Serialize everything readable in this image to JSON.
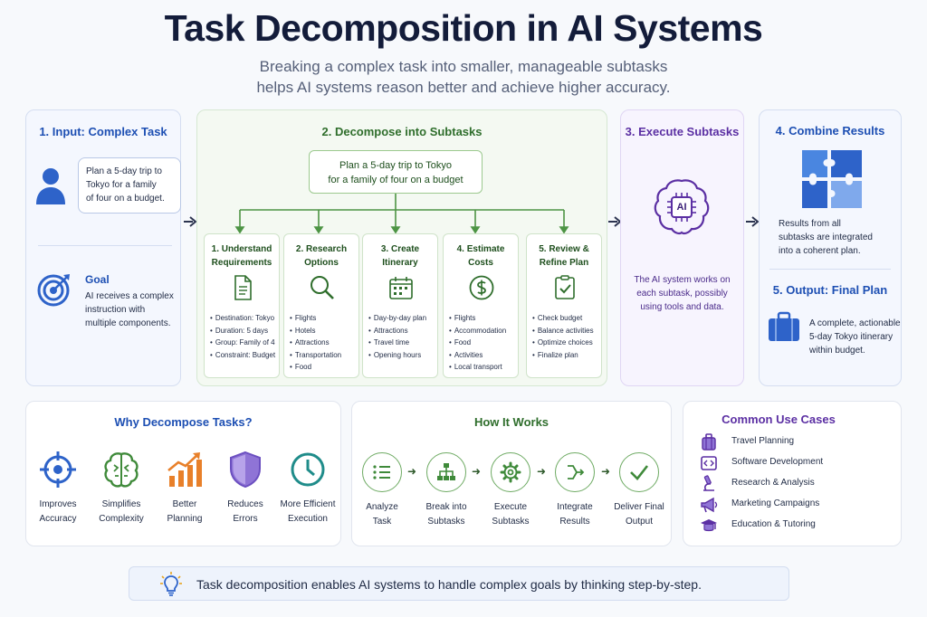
{
  "header": {
    "title": "Task Decomposition in AI Systems",
    "subtitle_lines": [
      "Breaking a complex task into smaller, manageable subtasks",
      "helps AI systems reason better and achieve higher accuracy."
    ]
  },
  "input_panel": {
    "title": "1. Input: Complex Task",
    "bubble_lines": [
      "Plan a 5-day trip to",
      "Tokyo for a family",
      "of four on a budget."
    ],
    "goal_title": "Goal",
    "goal_lines": [
      "AI receives a complex",
      "instruction with",
      "multiple components."
    ]
  },
  "decompose_panel": {
    "title": "2. Decompose into Subtasks",
    "task_lines": [
      "Plan a 5-day trip to Tokyo",
      "for a family of four on a budget"
    ],
    "subtasks": [
      {
        "title_lines": [
          "1. Understand",
          "Requirements"
        ],
        "icon": "document-icon",
        "items": [
          "Destination: Tokyo",
          "Duration: 5 days",
          "Group: Family of 4",
          "Constraint: Budget"
        ]
      },
      {
        "title_lines": [
          "2. Research",
          "Options"
        ],
        "icon": "search-icon",
        "items": [
          "Flights",
          "Hotels",
          "Attractions",
          "Transportation",
          "Food"
        ]
      },
      {
        "title_lines": [
          "3. Create",
          "Itinerary"
        ],
        "icon": "calendar-icon",
        "items": [
          "Day-by-day plan",
          "Attractions",
          "Travel time",
          "Opening hours"
        ]
      },
      {
        "title_lines": [
          "4. Estimate",
          "Costs"
        ],
        "icon": "dollar-icon",
        "items": [
          "Flights",
          "Accommodation",
          "Food",
          "Activities",
          "Local transport"
        ]
      },
      {
        "title_lines": [
          "5. Review &",
          "Refine Plan"
        ],
        "icon": "checklist-icon",
        "items": [
          "Check budget",
          "Balance activities",
          "Optimize choices",
          "Finalize plan"
        ]
      }
    ]
  },
  "execute_panel": {
    "title": "3. Execute Subtasks",
    "chip_label": "AI",
    "desc_lines": [
      "The AI system works on",
      "each subtask, possibly",
      "using tools and data."
    ]
  },
  "combine_panel": {
    "title": "4. Combine Results",
    "desc_lines": [
      "Results from all",
      "subtasks are integrated",
      "into a coherent plan."
    ],
    "output_title": "5. Output: Final Plan",
    "output_lines": [
      "A complete, actionable",
      "5-day Tokyo itinerary",
      "within budget."
    ]
  },
  "why_panel": {
    "title": "Why Decompose Tasks?",
    "items": [
      {
        "label_lines": [
          "Improves",
          "Accuracy"
        ],
        "icon": "target-crosshair-icon"
      },
      {
        "label_lines": [
          "Simplifies",
          "Complexity"
        ],
        "icon": "brain-icon"
      },
      {
        "label_lines": [
          "Better",
          "Planning"
        ],
        "icon": "growth-chart-icon"
      },
      {
        "label_lines": [
          "Reduces",
          "Errors"
        ],
        "icon": "shield-icon"
      },
      {
        "label_lines": [
          "More Efficient",
          "Execution"
        ],
        "icon": "clock-icon"
      }
    ]
  },
  "how_panel": {
    "title": "How It Works",
    "steps": [
      {
        "label_lines": [
          "Analyze",
          "Task"
        ],
        "icon": "list-icon"
      },
      {
        "label_lines": [
          "Break into",
          "Subtasks"
        ],
        "icon": "hierarchy-icon"
      },
      {
        "label_lines": [
          "Execute",
          "Subtasks"
        ],
        "icon": "gear-icon"
      },
      {
        "label_lines": [
          "Integrate",
          "Results"
        ],
        "icon": "merge-arrows-icon"
      },
      {
        "label_lines": [
          "Deliver Final",
          "Output"
        ],
        "icon": "checkmark-icon"
      }
    ]
  },
  "usecases_panel": {
    "title": "Common Use Cases",
    "items": [
      {
        "label": "Travel Planning",
        "icon": "luggage-icon"
      },
      {
        "label": "Software Development",
        "icon": "code-icon"
      },
      {
        "label": "Research & Analysis",
        "icon": "microscope-icon"
      },
      {
        "label": "Marketing Campaigns",
        "icon": "megaphone-icon"
      },
      {
        "label": "Education & Tutoring",
        "icon": "graduation-cap-icon"
      }
    ]
  },
  "footer": {
    "tip": "Task decomposition enables AI systems to handle complex goals by thinking step-by-step.",
    "icon": "lightbulb-icon"
  },
  "colors": {
    "blue": "#1d4fb3",
    "green": "#2f6e2c",
    "purple": "#5b2fa3"
  }
}
